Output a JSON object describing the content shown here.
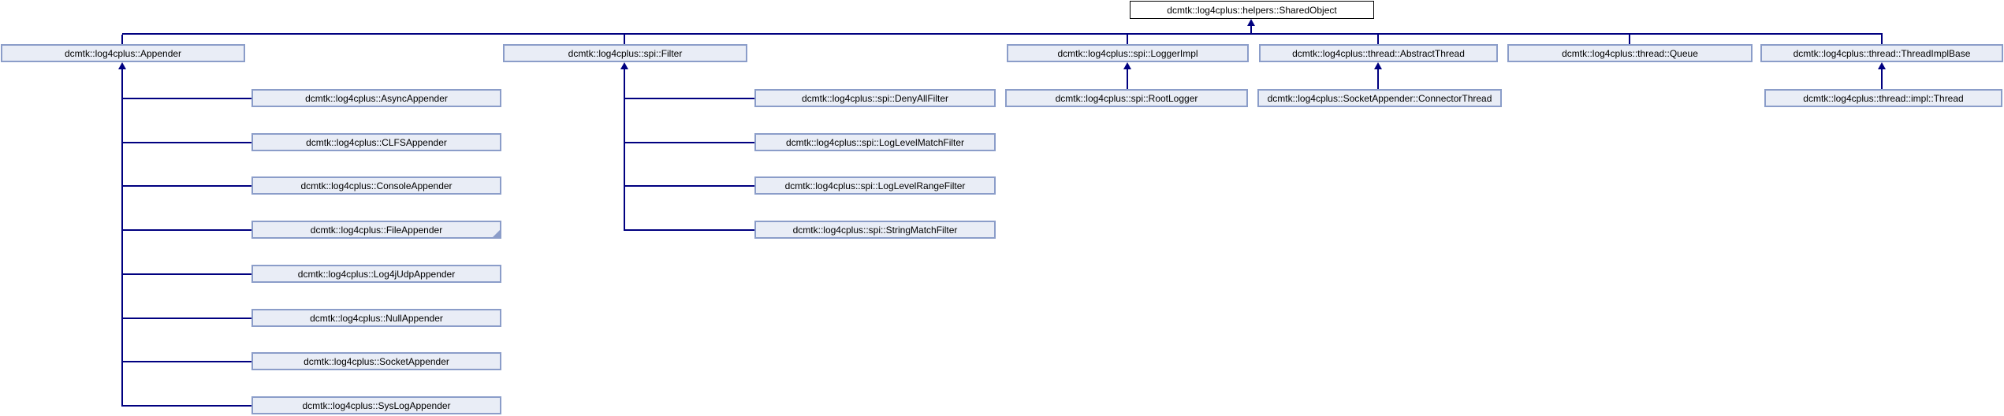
{
  "nodes": {
    "shared_object": "dcmtk::log4cplus::helpers::SharedObject",
    "appender": "dcmtk::log4cplus::Appender",
    "filter": "dcmtk::log4cplus::spi::Filter",
    "logger_impl": "dcmtk::log4cplus::spi::LoggerImpl",
    "abstract_thread": "dcmtk::log4cplus::thread::AbstractThread",
    "queue": "dcmtk::log4cplus::thread::Queue",
    "thread_impl_base": "dcmtk::log4cplus::thread::ThreadImplBase",
    "async_appender": "dcmtk::log4cplus::AsyncAppender",
    "clfs_appender": "dcmtk::log4cplus::CLFSAppender",
    "console_appender": "dcmtk::log4cplus::ConsoleAppender",
    "file_appender": "dcmtk::log4cplus::FileAppender",
    "log4j_udp_appender": "dcmtk::log4cplus::Log4jUdpAppender",
    "null_appender": "dcmtk::log4cplus::NullAppender",
    "socket_appender": "dcmtk::log4cplus::SocketAppender",
    "syslog_appender": "dcmtk::log4cplus::SysLogAppender",
    "deny_all_filter": "dcmtk::log4cplus::spi::DenyAllFilter",
    "log_level_match_filter": "dcmtk::log4cplus::spi::LogLevelMatchFilter",
    "log_level_range_filter": "dcmtk::log4cplus::spi::LogLevelRangeFilter",
    "string_match_filter": "dcmtk::log4cplus::spi::StringMatchFilter",
    "root_logger": "dcmtk::log4cplus::spi::RootLogger",
    "connector_thread": "dcmtk::log4cplus::SocketAppender::ConnectorThread",
    "impl_thread": "dcmtk::log4cplus::thread::impl::Thread"
  },
  "colors": {
    "line": "#000080",
    "node_fill": "#E9EDF6",
    "node_border": "#8B9DC9",
    "root_fill": "#FFFFFF",
    "root_border": "#000000",
    "text": "#000000"
  }
}
